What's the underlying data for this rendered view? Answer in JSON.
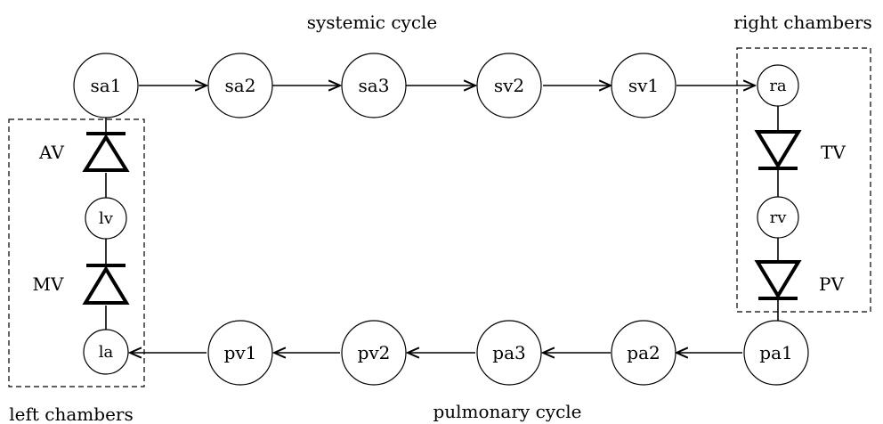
{
  "diagram": {
    "systemic_label": "systemic cycle",
    "pulmonary_label": "pulmonary cycle",
    "right_chambers_label": "right chambers",
    "left_chambers_label": "left chambers",
    "nodes": {
      "sa1": "sa1",
      "sa2": "sa2",
      "sa3": "sa3",
      "sv2": "sv2",
      "sv1": "sv1",
      "ra": "ra",
      "rv": "rv",
      "pa1": "pa1",
      "pa2": "pa2",
      "pa3": "pa3",
      "pv2": "pv2",
      "pv1": "pv1",
      "la": "la",
      "lv": "lv"
    },
    "valves": {
      "av": "AV",
      "mv": "MV",
      "tv": "TV",
      "pv": "PV"
    }
  }
}
